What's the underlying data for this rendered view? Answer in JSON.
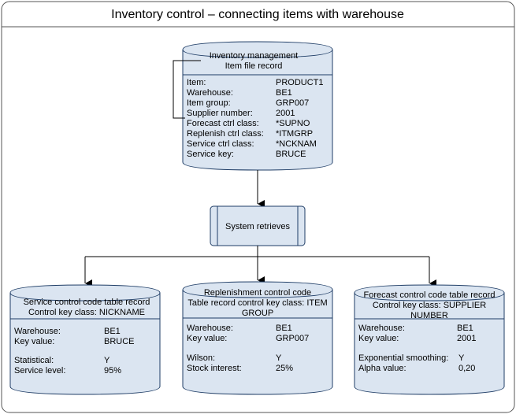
{
  "title": "Inventory control – connecting items with warehouse",
  "colors": {
    "fill": "#dbe5f1",
    "fill_top": "#eef3fa",
    "stroke": "#1f3d66",
    "frame": "#555555"
  },
  "item_record": {
    "caption": [
      "Inventory management",
      "Item file record"
    ],
    "rows": [
      {
        "label": "Item:",
        "value": "PRODUCT1"
      },
      {
        "label": "Warehouse:",
        "value": "BE1"
      },
      {
        "label": "Item group:",
        "value": "GRP007"
      },
      {
        "label": "Supplier number:",
        "value": "2001"
      },
      {
        "label": "Forecast ctrl class:",
        "value": "*SUPNO"
      },
      {
        "label": "Replenish ctrl class:",
        "value": "*ITMGRP"
      },
      {
        "label": "Service ctrl class:",
        "value": "*NCKNAM"
      },
      {
        "label": "Service key:",
        "value": "BRUCE"
      }
    ]
  },
  "system": {
    "label": "System retrieves"
  },
  "tables": [
    {
      "caption": [
        "Service control code table record",
        "Control key class: NICKNAME"
      ],
      "rows": [
        {
          "label": "Warehouse:",
          "value": "BE1"
        },
        {
          "label": "Key value:",
          "value": "BRUCE"
        },
        {
          "label": "Statistical:",
          "value": "Y"
        },
        {
          "label": "Service level:",
          "value": "95%"
        }
      ]
    },
    {
      "caption": [
        "Replenishment control code",
        "Table record control key class: ITEM",
        "GROUP"
      ],
      "rows": [
        {
          "label": "Warehouse:",
          "value": "BE1"
        },
        {
          "label": "Key value:",
          "value": "GRP007"
        },
        {
          "label": "Wilson:",
          "value": "Y"
        },
        {
          "label": "Stock interest:",
          "value": "25%"
        }
      ]
    },
    {
      "caption": [
        "Forecast control code table record",
        "Control key class: SUPPLIER",
        "NUMBER"
      ],
      "rows": [
        {
          "label": "Warehouse:",
          "value": "BE1"
        },
        {
          "label": "Key value:",
          "value": "2001"
        },
        {
          "label": "Exponential smoothing:",
          "value": "Y"
        },
        {
          "label": "Alpha value:",
          "value": "0,20"
        }
      ]
    }
  ]
}
